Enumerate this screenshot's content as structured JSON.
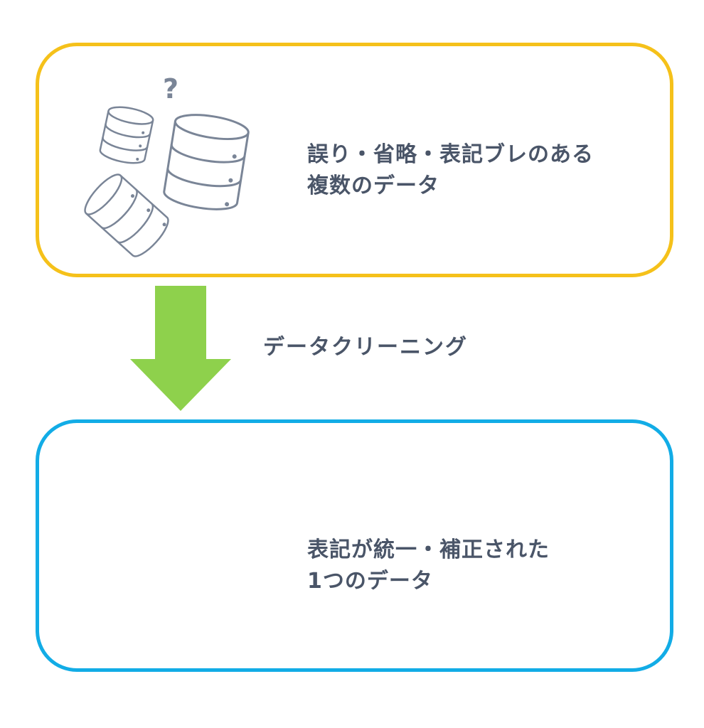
{
  "before": {
    "line1": "誤り・省略・表記ブレのある",
    "line2": "複数のデータ",
    "question_mark": "?",
    "border_color": "#f5c11a"
  },
  "process": {
    "label": "データクリーニング",
    "arrow_color": "#8ed14c"
  },
  "after": {
    "line1": "表記が統一・補正された",
    "line2": "1つのデータ",
    "border_color": "#12ace6"
  },
  "icons": {
    "before": [
      "database-small-icon",
      "database-large-icon",
      "database-tilted-icon",
      "question-mark-icon"
    ],
    "after": [
      "database-filled-left-icon",
      "database-filled-right-icon",
      "star-icon"
    ]
  },
  "colors": {
    "text": "#4a5568",
    "outline_icon": "#7a8597",
    "filled_icon": "#8593aa"
  }
}
